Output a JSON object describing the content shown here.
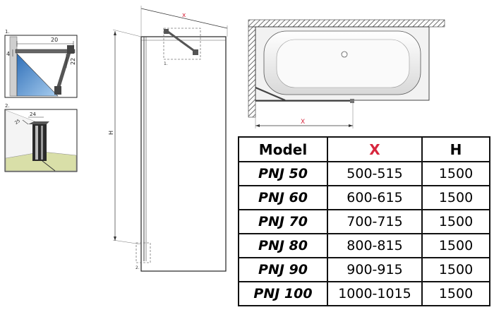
{
  "detail_labels": {
    "detail1_num": "1.",
    "detail2_num": "2.",
    "main_detail1_ref": "1.",
    "main_detail2_ref": "2."
  },
  "dimensions": {
    "x_top": "x",
    "h": "H",
    "x_plan": "X",
    "d20": "20",
    "d4": "4",
    "d22": "22",
    "d24": "24",
    "d25": "25"
  },
  "colors": {
    "x_red": "#d7263d",
    "glass_blue": "#3f7fc7",
    "floor_green": "#d9dfa8",
    "wall_grey": "#c8c8c8"
  },
  "table": {
    "headers": [
      "Model",
      "X",
      "H"
    ],
    "rows": [
      {
        "model": "PNJ 50",
        "x": "500-515",
        "h": "1500"
      },
      {
        "model": "PNJ 60",
        "x": "600-615",
        "h": "1500"
      },
      {
        "model": "PNJ 70",
        "x": "700-715",
        "h": "1500"
      },
      {
        "model": "PNJ 80",
        "x": "800-815",
        "h": "1500"
      },
      {
        "model": "PNJ 90",
        "x": "900-915",
        "h": "1500"
      },
      {
        "model": "PNJ 100",
        "x": "1000-1015",
        "h": "1500"
      }
    ]
  }
}
